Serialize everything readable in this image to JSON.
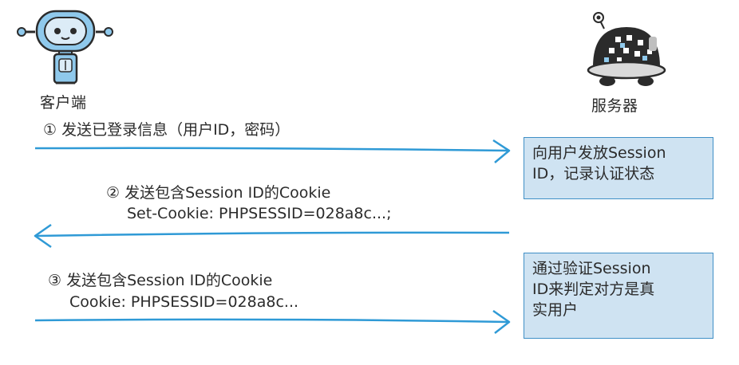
{
  "client": {
    "label": "客户端"
  },
  "server": {
    "label": "服务器"
  },
  "messages": [
    {
      "line1": "① 发送已登录信息（用户ID，密码）",
      "line2": ""
    },
    {
      "line1": "② 发送包含Session ID的Cookie",
      "line2": "Set-Cookie: PHPSESSID=028a8c...;"
    },
    {
      "line1": "③ 发送包含Session ID的Cookie",
      "line2": "Cookie: PHPSESSID=028a8c..."
    }
  ],
  "notes": [
    {
      "line1": "向用户发放Session",
      "line2": "ID，记录认证状态",
      "line3": ""
    },
    {
      "line1": "通过验证Session",
      "line2": "ID来判定对方是真",
      "line3": "实用户"
    }
  ],
  "colors": {
    "arrow": "#2f9ad6",
    "note_fill": "#cfe3f2",
    "note_border": "#3f8fc6",
    "robot_body": "#8fc9ec",
    "robot_outline": "#2b2b2b",
    "server_body": "#2b2b2b"
  },
  "icons": {
    "client": "client-robot-icon",
    "server": "server-robot-icon"
  }
}
